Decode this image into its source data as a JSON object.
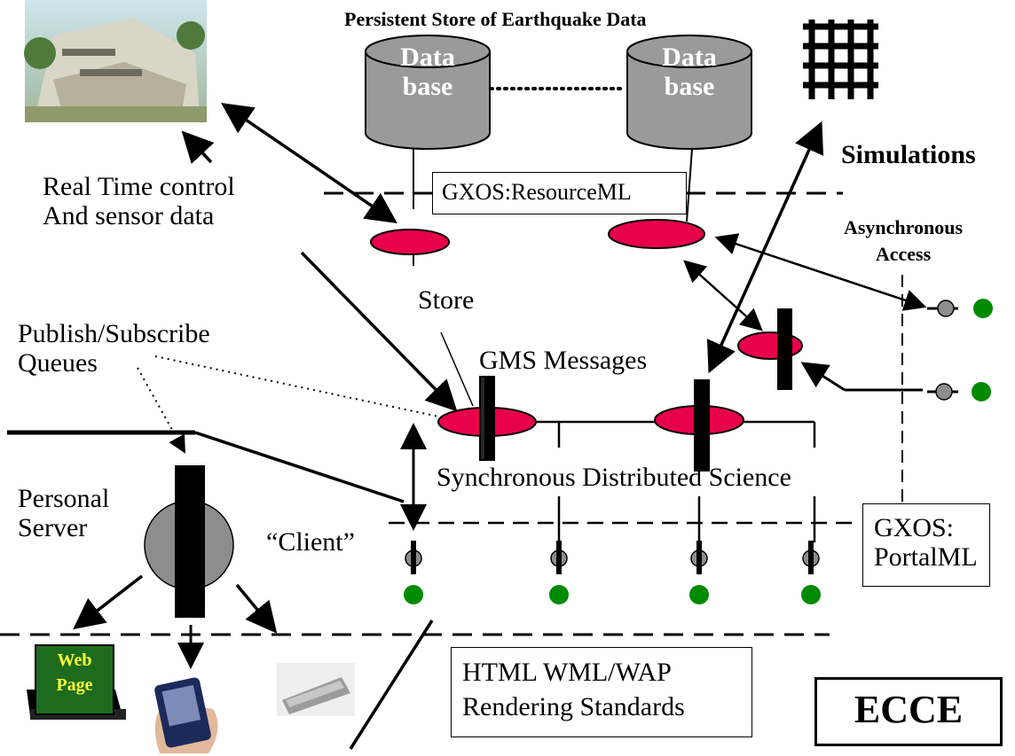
{
  "title": "Persistent Store of Earthquake Data",
  "databases": [
    {
      "line1": "Data",
      "line2": "base"
    },
    {
      "line1": "Data",
      "line2": "base"
    }
  ],
  "simulations": "Simulations",
  "realtime": {
    "line1": "Real Time control",
    "line2": "And sensor data"
  },
  "resourceml": "GXOS:ResourceML",
  "async": {
    "line1": "Asynchronous",
    "line2": "Access"
  },
  "store": "Store",
  "pubsub": {
    "line1": "Publish/Subscribe",
    "line2": "Queues"
  },
  "gms": "GMS Messages",
  "sync": "Synchronous Distributed Science",
  "personal": {
    "line1": "Personal",
    "line2": "Server"
  },
  "client": "“Client”",
  "portalml": {
    "line1": "GXOS:",
    "line2": "PortalML"
  },
  "webpage": {
    "line1": "Web",
    "line2": "Page"
  },
  "rendering": {
    "line1": "HTML WML/WAP",
    "line2": "Rendering Standards"
  },
  "ecce": "ECCE",
  "colors": {
    "message_ellipse": "#e8004a",
    "node_green": "#008a00",
    "database_gray": "#9a9a9a",
    "webpage_green": "#1d6b1d",
    "webpage_text": "#ffff33"
  }
}
